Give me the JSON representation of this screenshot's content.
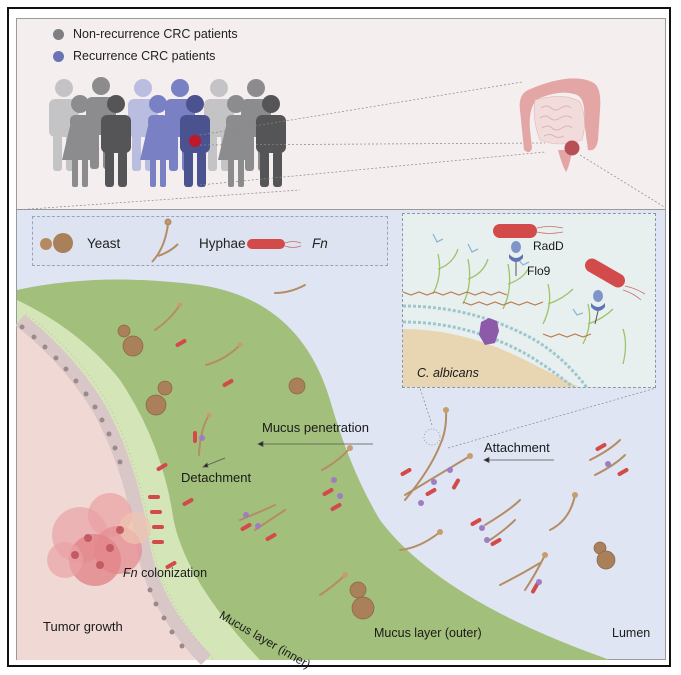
{
  "legend": {
    "items": [
      {
        "label": "Non-recurrence CRC patients",
        "color": "#7f7f82"
      },
      {
        "label": "Recurrence CRC patients",
        "color": "#6b73b5"
      }
    ]
  },
  "key": {
    "yeast_label": "Yeast",
    "hyphae_label": "Hyphae",
    "fn_label": "Fn"
  },
  "inset": {
    "radd_label": "RadD",
    "flo9_label": "Flo9",
    "organism_label": "C. albicans"
  },
  "annotations": {
    "mucus_penetration": "Mucus penetration",
    "attachment": "Attachment",
    "detachment": "Detachment",
    "fn_colonization_prefix": "Fn",
    "fn_colonization_suffix": " colonization",
    "tumor_growth": "Tumor growth",
    "mucus_inner": "Mucus layer (inner)",
    "mucus_outer": "Mucus layer (outer)",
    "lumen": "Lumen"
  },
  "colors": {
    "non_recurrence_light": "#c4c4c6",
    "non_recurrence_mid": "#8c8c8f",
    "non_recurrence_dark": "#555558",
    "recurrence_light": "#b9bde0",
    "recurrence_mid": "#7a80c4",
    "recurrence_dark": "#4a5290",
    "tumor_mark": "#c0182a",
    "outer_mucus": "#a3bf7c",
    "inner_mucus": "#d4e6b8",
    "tissue": "#f0d9d4",
    "lumen": "#dfe5f3",
    "fn_bacteria": "#d24a4a",
    "yeast": "#a9805a",
    "hyphae": "#b48d67"
  }
}
